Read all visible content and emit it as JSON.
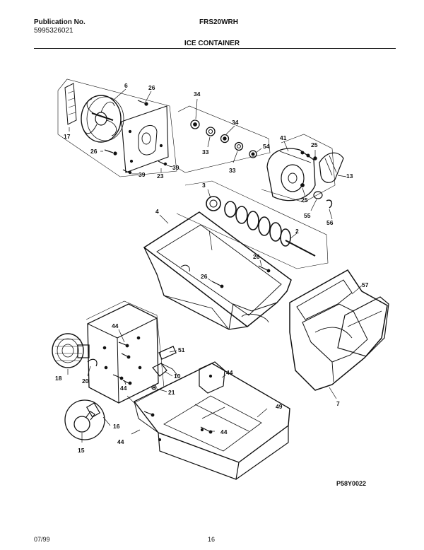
{
  "header": {
    "publication_label": "Publication No.",
    "publication_number": "5995326021",
    "model": "FRS20WRH",
    "section_title": "ICE CONTAINER"
  },
  "footer": {
    "date": "07/99",
    "page": "16",
    "plate_id": "P58Y0022"
  },
  "callouts": {
    "c17": "17",
    "c6": "6",
    "c26a": "26",
    "c26b": "26",
    "c39a": "39",
    "c23": "23",
    "c39b": "39",
    "c34a": "34",
    "c34b": "34",
    "c33a": "33",
    "c33b": "33",
    "c54": "54",
    "c41": "41",
    "c25a": "25",
    "c13": "13",
    "c25b": "25",
    "c55": "55",
    "c56": "56",
    "c3": "3",
    "c4": "4",
    "c2": "2",
    "c26c": "26",
    "c26d": "26",
    "c57": "57",
    "c7": "7",
    "c44a": "44",
    "c44b": "44",
    "c44c": "44",
    "c44d": "44",
    "c44e": "44",
    "c51": "51",
    "c10": "10",
    "c21": "21",
    "c18": "18",
    "c20": "20",
    "c16": "16",
    "c15": "15",
    "c49": "49"
  }
}
